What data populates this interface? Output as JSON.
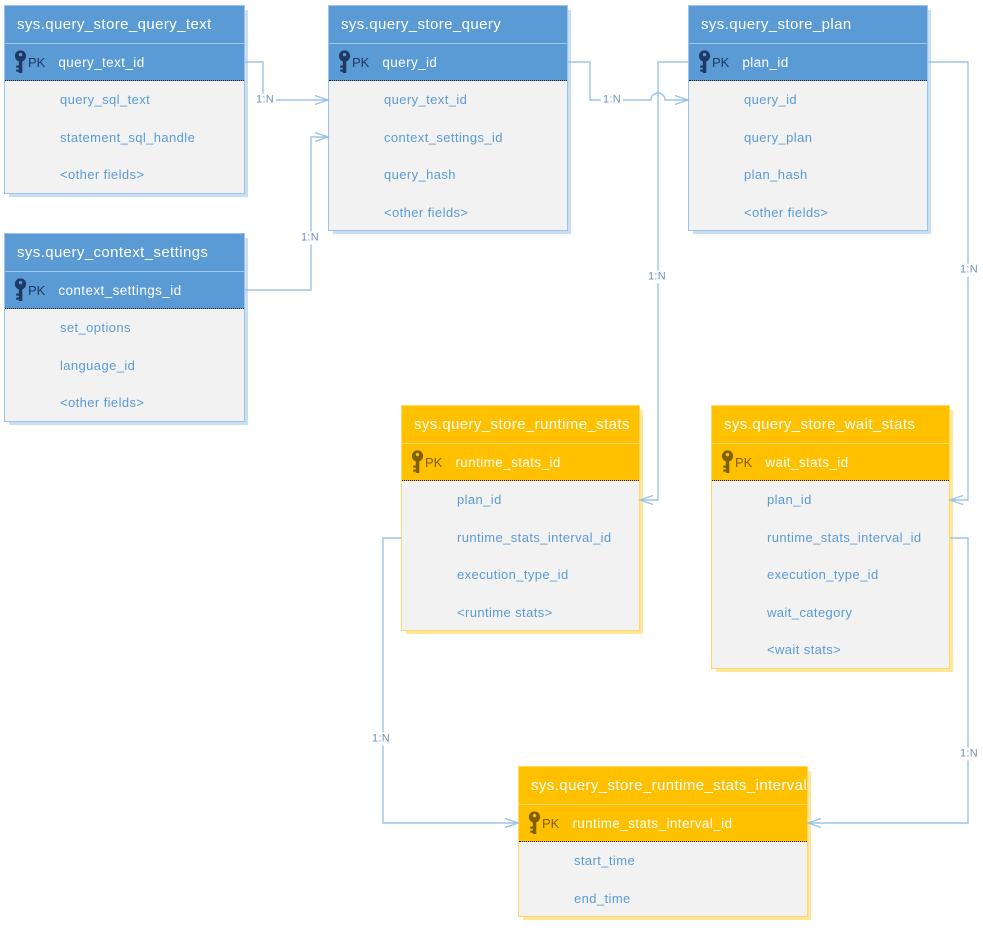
{
  "labels": {
    "pk": "PK"
  },
  "tables": [
    {
      "name": "sys.query_store_query_text",
      "theme": "blue",
      "pk": "query_text_id",
      "fields": [
        "query_sql_text",
        "statement_sql_handle",
        "<other fields>"
      ]
    },
    {
      "name": "sys.query_store_query",
      "theme": "blue",
      "pk": "query_id",
      "fields": [
        "query_text_id",
        "context_settings_id",
        "query_hash",
        "<other fields>"
      ]
    },
    {
      "name": "sys.query_store_plan",
      "theme": "blue",
      "pk": "plan_id",
      "fields": [
        "query_id",
        "query_plan",
        "plan_hash",
        "<other fields>"
      ]
    },
    {
      "name": "sys.query_context_settings",
      "theme": "blue",
      "pk": "context_settings_id",
      "fields": [
        "set_options",
        "language_id",
        "<other fields>"
      ]
    },
    {
      "name": "sys.query_store_runtime_stats",
      "theme": "orange",
      "pk": "runtime_stats_id",
      "fields": [
        "plan_id",
        "runtime_stats_interval_id",
        "execution_type_id",
        "<runtime stats>"
      ]
    },
    {
      "name": "sys.query_store_wait_stats",
      "theme": "orange",
      "pk": "wait_stats_id",
      "fields": [
        "plan_id",
        "runtime_stats_interval_id",
        "execution_type_id",
        "wait_category",
        "<wait stats>"
      ]
    },
    {
      "name": "sys.query_store_runtime_stats_interval",
      "theme": "orange",
      "pk": "runtime_stats_interval_id",
      "fields": [
        "start_time",
        "end_time"
      ]
    }
  ],
  "relationships": [
    {
      "label": "1:N",
      "from": "sys.query_store_query_text.query_text_id",
      "to": "sys.query_store_query.query_text_id"
    },
    {
      "label": "1:N",
      "from": "sys.query_context_settings.context_settings_id",
      "to": "sys.query_store_query.context_settings_id"
    },
    {
      "label": "1:N",
      "from": "sys.query_store_query.query_id",
      "to": "sys.query_store_plan.query_id"
    },
    {
      "label": "1:N",
      "from": "sys.query_store_plan.plan_id",
      "to": "sys.query_store_runtime_stats.plan_id"
    },
    {
      "label": "1:N",
      "from": "sys.query_store_plan.plan_id",
      "to": "sys.query_store_wait_stats.plan_id"
    },
    {
      "label": "1:N",
      "from": "sys.query_store_runtime_stats.runtime_stats_interval_id",
      "to": "sys.query_store_runtime_stats_interval.runtime_stats_interval_id"
    },
    {
      "label": "1:N",
      "from": "sys.query_store_wait_stats.runtime_stats_interval_id",
      "to": "sys.query_store_runtime_stats_interval.runtime_stats_interval_id"
    }
  ],
  "colors": {
    "blue_header": "#5B9BD5",
    "blue_border": "#9DC3E6",
    "blue_key": "#1F3864",
    "orange_header": "#FFC000",
    "orange_border": "#FFD965",
    "orange_key": "#7F6000",
    "body_background": "#F2F2F2",
    "field_text": "#5B9BD5",
    "header_text": "#FFFFFF",
    "connector_line": "#9DC3E6",
    "relationship_label_text": "#6E91B8"
  }
}
